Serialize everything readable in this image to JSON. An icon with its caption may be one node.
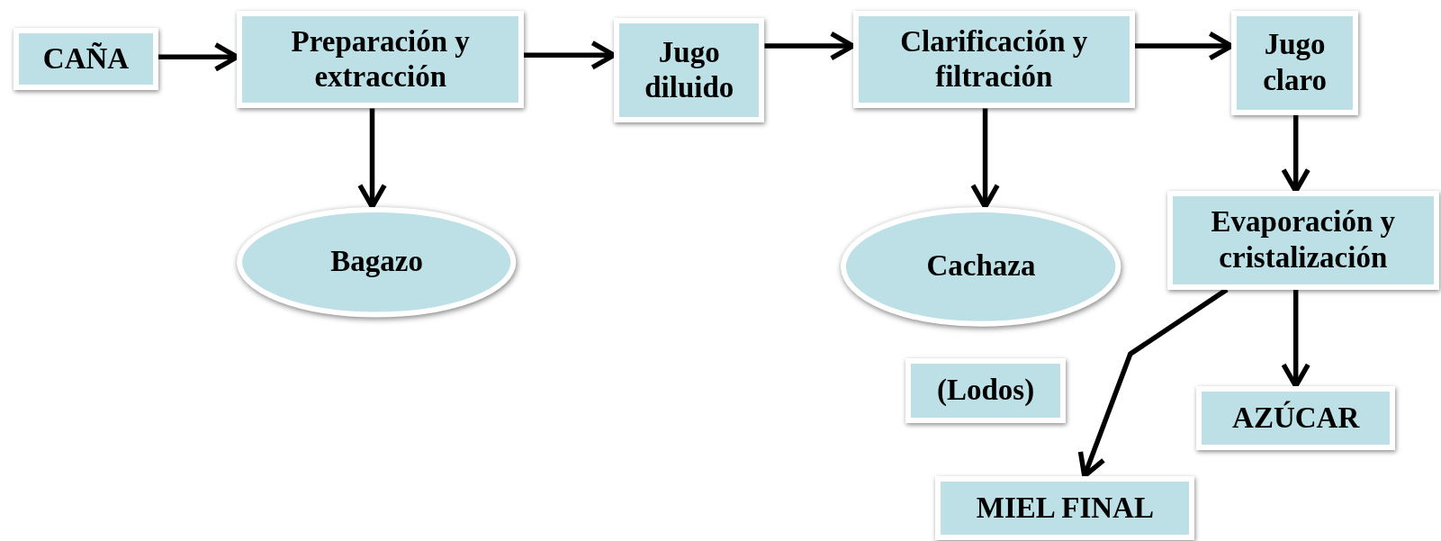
{
  "diagram": {
    "nodes": [
      {
        "text": [
          "CAÑA"
        ]
      },
      {
        "text": [
          "Preparación y extracción"
        ]
      },
      {
        "text": [
          "Jugo diluido"
        ]
      },
      {
        "text": [
          "Clarificación y filtración"
        ]
      },
      {
        "text": [
          "Jugo claro"
        ]
      },
      {
        "text": [
          "Bagazo"
        ]
      },
      {
        "text": [
          "Cachaza"
        ]
      },
      {
        "text": [
          "Evaporación y cristalización"
        ]
      },
      {
        "text": [
          "(Lodos)"
        ]
      },
      {
        "text": [
          "AZÚCAR"
        ]
      },
      {
        "text": [
          "MIEL FINAL"
        ]
      }
    ],
    "edges": [
      {
        "from": 0,
        "to": 1,
        "arrow": "to"
      },
      {
        "from": 1,
        "to": 2,
        "arrow": "to"
      },
      {
        "from": 2,
        "to": 3,
        "arrow": "to"
      },
      {
        "from": 3,
        "to": 4,
        "arrow": "to"
      },
      {
        "from": 1,
        "to": 5,
        "arrow": "to"
      },
      {
        "from": 3,
        "to": 6,
        "arrow": "to"
      },
      {
        "from": 4,
        "to": 7,
        "arrow": "to"
      },
      {
        "from": 7,
        "to": 9,
        "arrow": "to"
      },
      {
        "from": 7,
        "to": 10,
        "arrow": "to"
      }
    ]
  }
}
